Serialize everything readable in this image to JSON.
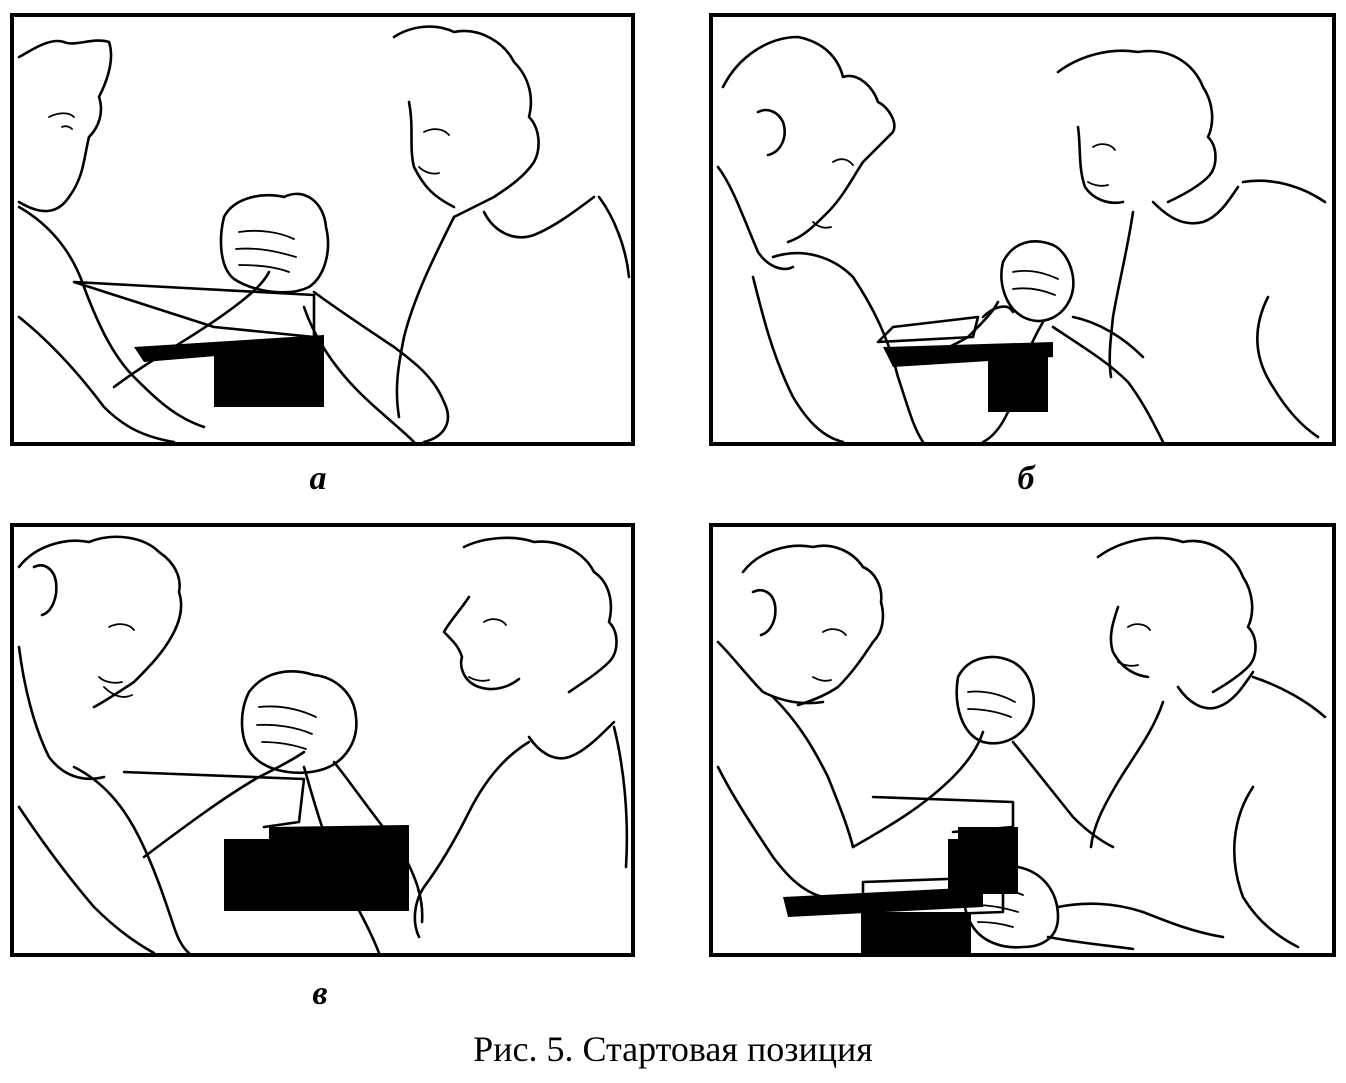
{
  "panels": [
    {
      "id": "a",
      "label": "а"
    },
    {
      "id": "b",
      "label": "б"
    },
    {
      "id": "v",
      "label": "в"
    },
    {
      "id": "g",
      "label": ""
    }
  ],
  "caption": "Рис. 5. Стартовая позиция",
  "colors": {
    "ink": "#000000",
    "paper": "#ffffff"
  }
}
